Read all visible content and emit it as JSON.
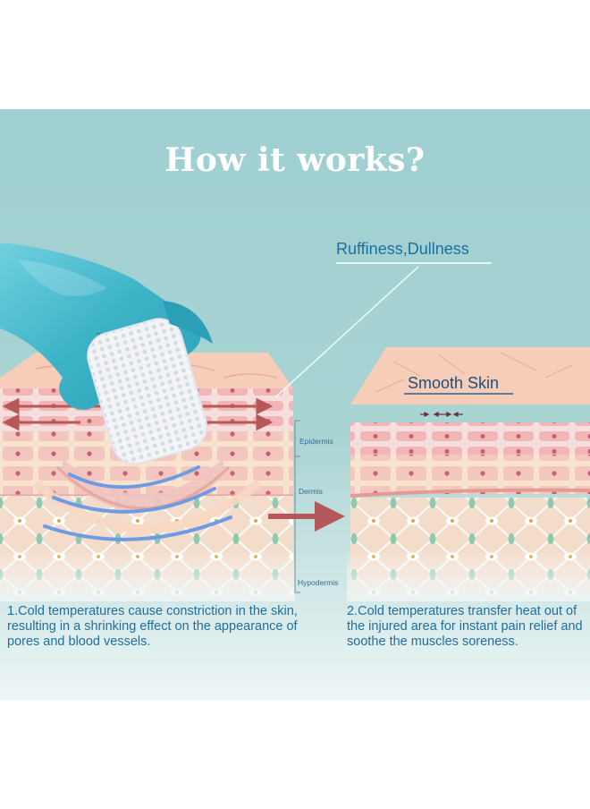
{
  "title": "How it works?",
  "callouts": {
    "ruffiness": "Ruffiness,Dullness",
    "smooth": "Smooth Skin"
  },
  "layers": {
    "epidermis": "Epidermis",
    "dermis": "Dermis",
    "hypodermis": "Hypodermis"
  },
  "captions": {
    "left": "1.Cold temperatures cause constriction in the skin, resulting in a shrinking effect on the appearance of pores and blood vessels.",
    "right": "2.Cold temperatures transfer heat out of the injured area for instant pain relief and soothe the muscles soreness."
  },
  "colors": {
    "background": "#a6d3d3",
    "title": "#ffffff",
    "text_blue": "#1f6f9e",
    "roller_teal": "#3fb6c9",
    "arrow_red": "#b5585a",
    "skin_top": "#f6cdb8",
    "epidermis": "#f3b9b9",
    "dermis": "#f8e0c6",
    "hypodermis_cell": "#f7dccb",
    "cold_wave": "#5b8fe0"
  },
  "icons": [
    "ice-roller-icon",
    "right-arrow-icon",
    "left-right-arrow-icon"
  ]
}
